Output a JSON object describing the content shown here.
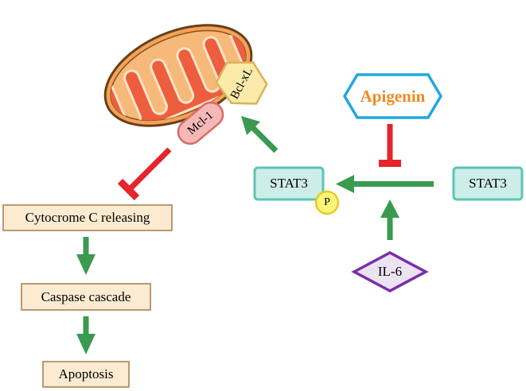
{
  "nodes": {
    "apigenin": "Apigenin",
    "stat3_right": "STAT3",
    "stat3_left": "STAT3",
    "phospho": "P",
    "il6": "IL-6",
    "mcl1": "Mcl-1",
    "bclxl": "Bcl-xL",
    "cytochrome": "Cytocrome C releasing",
    "caspase": "Caspase cascade",
    "apoptosis": "Apoptosis"
  },
  "colors": {
    "activate": "#3a9a4f",
    "inhibit": "#e5242b",
    "stat3_fill": "#cdeee8",
    "stat3_stroke": "#5cc4b4",
    "apigenin_text": "#ef8a22",
    "apigenin_stroke": "#1fa7e0",
    "il6_stroke": "#7a2fa8",
    "il6_fill": "#ebe2f2",
    "box_fill": "#fdebd1",
    "box_stroke": "#a57a4a",
    "phospho_fill": "#fff47a",
    "phospho_stroke": "#e9c92c",
    "mcl1_fill": "#f4b9b7",
    "mcl1_stroke": "#d96b66",
    "bclxl_fill": "#fbeaa9",
    "bclxl_stroke": "#d8b35a",
    "mito_outer": "#6a3f1a",
    "mito_fill": "#f3a257",
    "mito_matrix": "#ec5e3e"
  }
}
